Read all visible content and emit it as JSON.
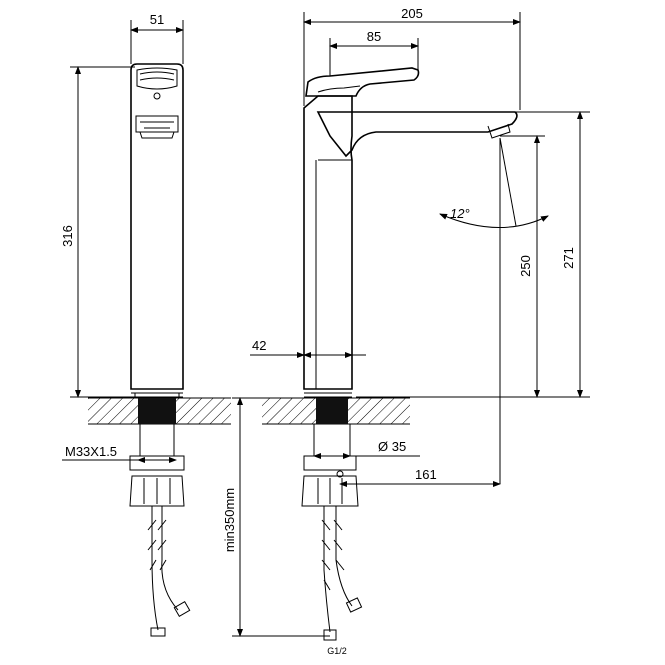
{
  "dimensions": {
    "width_front": "51",
    "height_total": "316",
    "thread": "M33X1.5",
    "width_side": "205",
    "handle_length": "85",
    "spout_angle": "12°",
    "spout_height": "250",
    "body_height": "271",
    "body_width": "42",
    "hole_diameter": "Ø 35",
    "spout_reach": "161",
    "hose_length": "min350mm",
    "connection": "G1/2"
  },
  "colors": {
    "line": "#000000",
    "background": "#ffffff",
    "hatch": "#000000",
    "thread_fill": "#111111"
  }
}
